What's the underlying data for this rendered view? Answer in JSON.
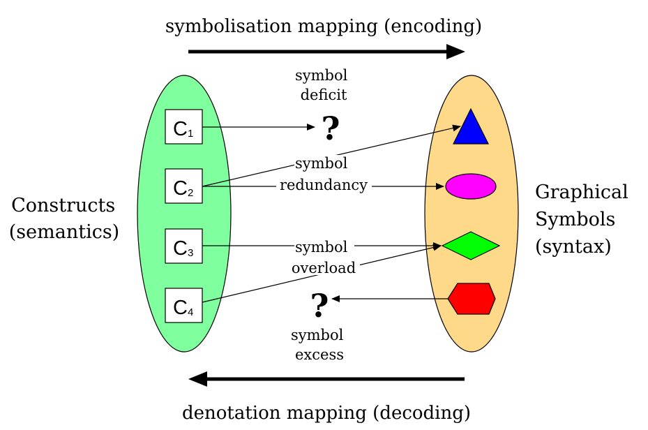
{
  "top_label": "symbolisation mapping (encoding)",
  "bottom_label": "denotation mapping (decoding)",
  "left_label": [
    "Constructs",
    "(semantics)"
  ],
  "right_label": [
    "Graphical",
    "Symbols",
    "(syntax)"
  ],
  "constructs": [
    {
      "letter": "C",
      "sub": "1"
    },
    {
      "letter": "C",
      "sub": "2"
    },
    {
      "letter": "C",
      "sub": "3"
    },
    {
      "letter": "C",
      "sub": "4"
    }
  ],
  "annotations": {
    "deficit": [
      "symbol",
      "deficit"
    ],
    "redundancy": [
      "symbol",
      "redundancy"
    ],
    "overload": [
      "symbol",
      "overload"
    ],
    "excess": [
      "symbol",
      "excess"
    ]
  },
  "question_mark": "?",
  "colors": {
    "construct_ellipse": "#80ff9f",
    "symbol_ellipse": "#ffd98a",
    "triangle": "#0000ff",
    "ellipse_symbol": "#ff00ff",
    "diamond": "#00ff00",
    "hexagon": "#ff0000"
  }
}
